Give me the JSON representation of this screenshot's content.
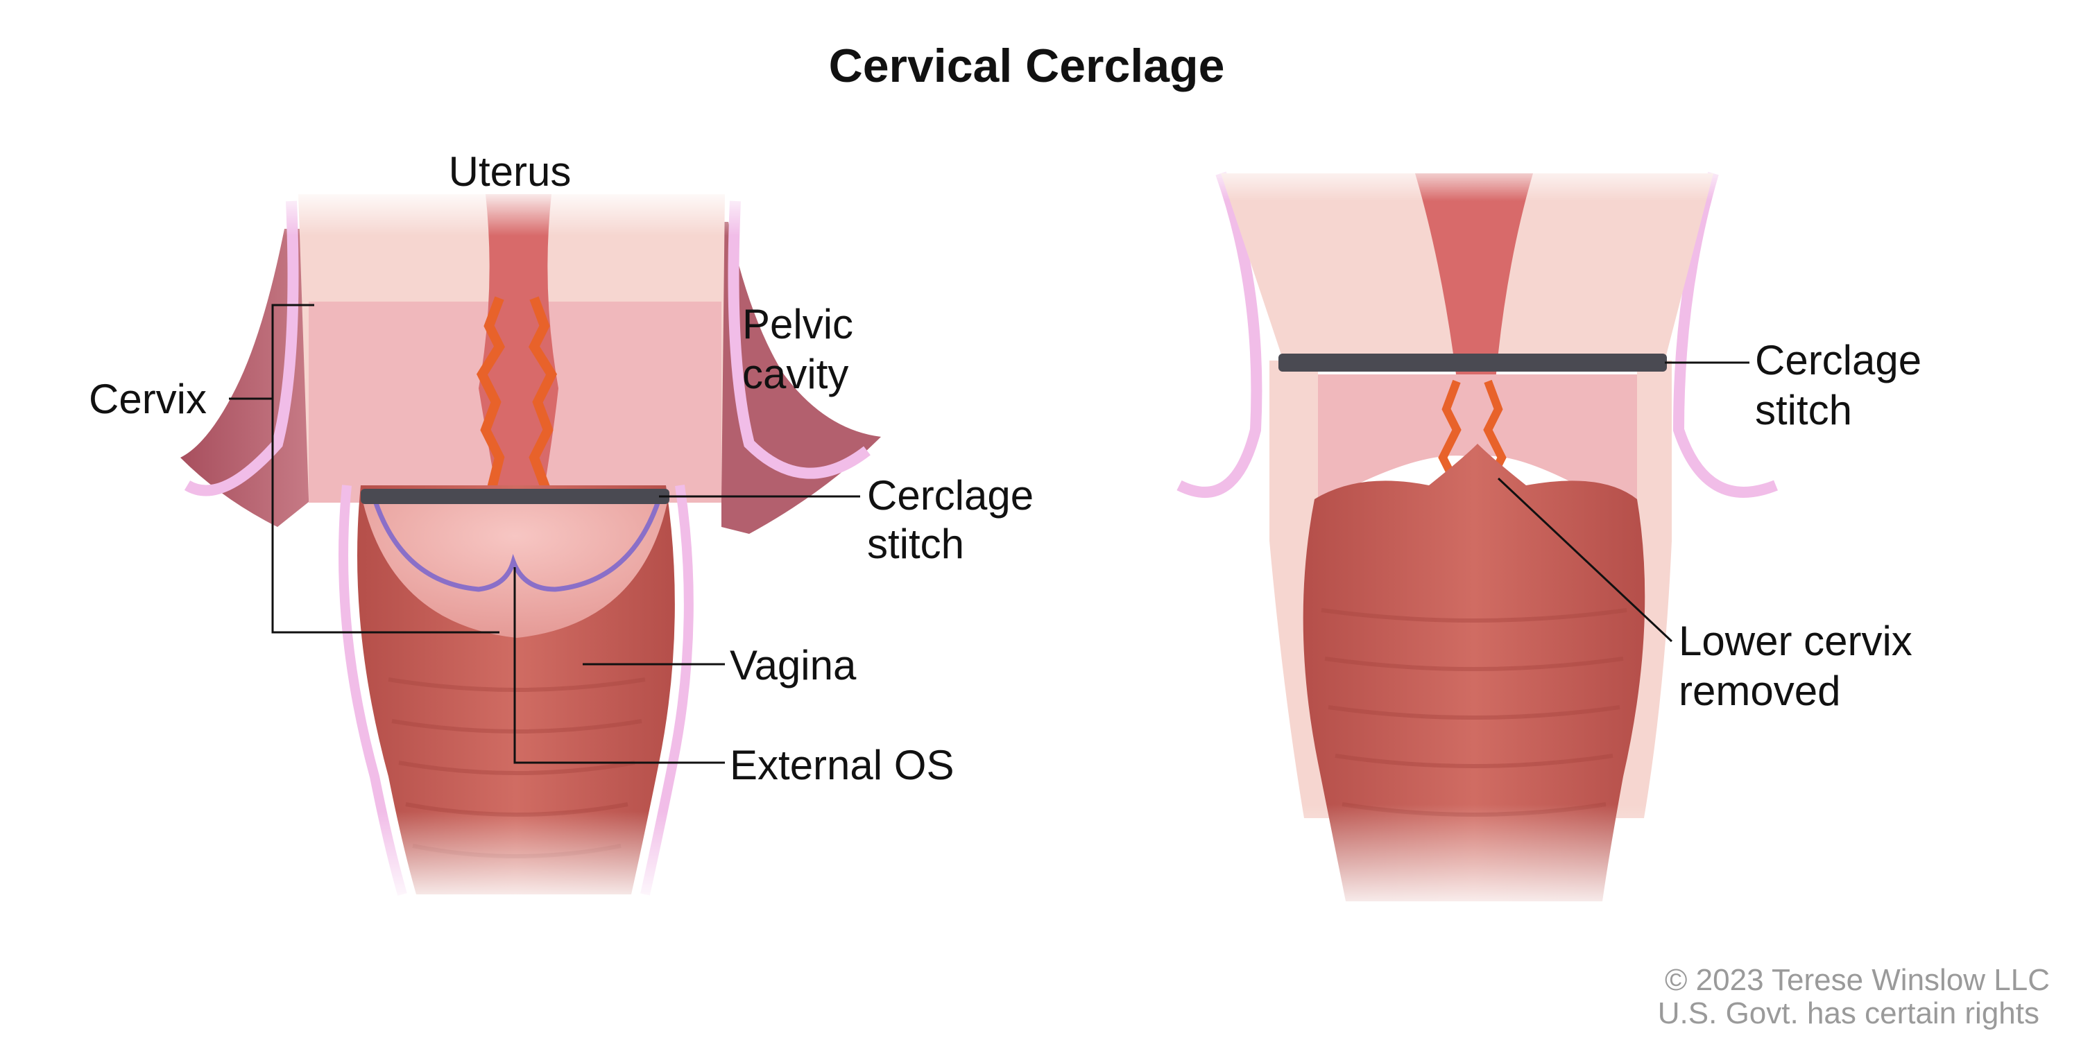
{
  "title": "Cervical Cerclage",
  "left_panel": {
    "uterus": "Uterus",
    "pelvic_cavity_line1": "Pelvic",
    "pelvic_cavity_line2": "cavity",
    "cervix": "Cervix",
    "cerclage_line1": "Cerclage",
    "cerclage_line2": "stitch",
    "vagina": "Vagina",
    "external_os": "External OS"
  },
  "right_panel": {
    "cerclage_line1": "Cerclage",
    "cerclage_line2": "stitch",
    "lower_cervix_line1": "Lower cervix",
    "lower_cervix_line2": "removed"
  },
  "credit": {
    "line1": "© 2023 Terese Winslow LLC",
    "line2": "U.S. Govt. has certain rights"
  },
  "colors": {
    "tissue_light": "#f6d6d0",
    "tissue_pink": "#f0b8bc",
    "cavity": "#b8616e",
    "vagina_wall": "#c85f58",
    "canal_orange": "#e8622a",
    "stitch": "#4a4a52",
    "os_outline": "#8a6fc8",
    "membrane": "#e9b8e6"
  }
}
